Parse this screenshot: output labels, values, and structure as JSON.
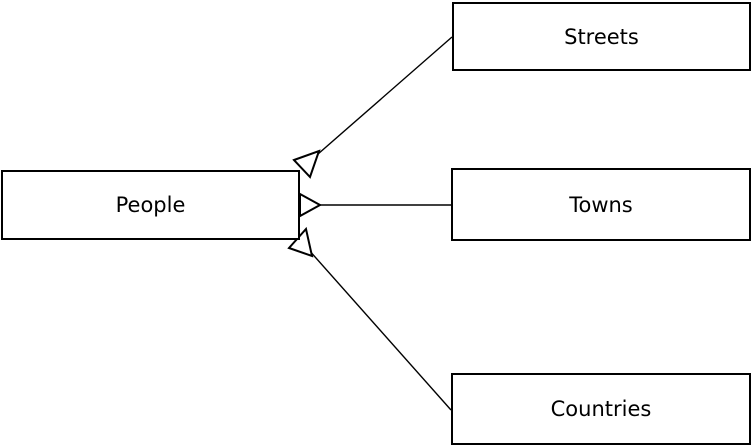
{
  "diagram": {
    "background_color": "#ffffff",
    "node_fill_color": "#ffffff",
    "stroke_color": "#000000",
    "text_color": "#000000",
    "nodes": [
      {
        "id": "people",
        "label": "People"
      },
      {
        "id": "streets",
        "label": "Streets"
      },
      {
        "id": "towns",
        "label": "Towns"
      },
      {
        "id": "countries",
        "label": "Countries"
      }
    ],
    "edges": [
      {
        "from": "people",
        "to": "streets",
        "arrowhead": "open-triangle",
        "arrowhead_at": "people"
      },
      {
        "from": "people",
        "to": "towns",
        "arrowhead": "open-triangle",
        "arrowhead_at": "people"
      },
      {
        "from": "people",
        "to": "countries",
        "arrowhead": "open-triangle",
        "arrowhead_at": "people"
      }
    ]
  }
}
